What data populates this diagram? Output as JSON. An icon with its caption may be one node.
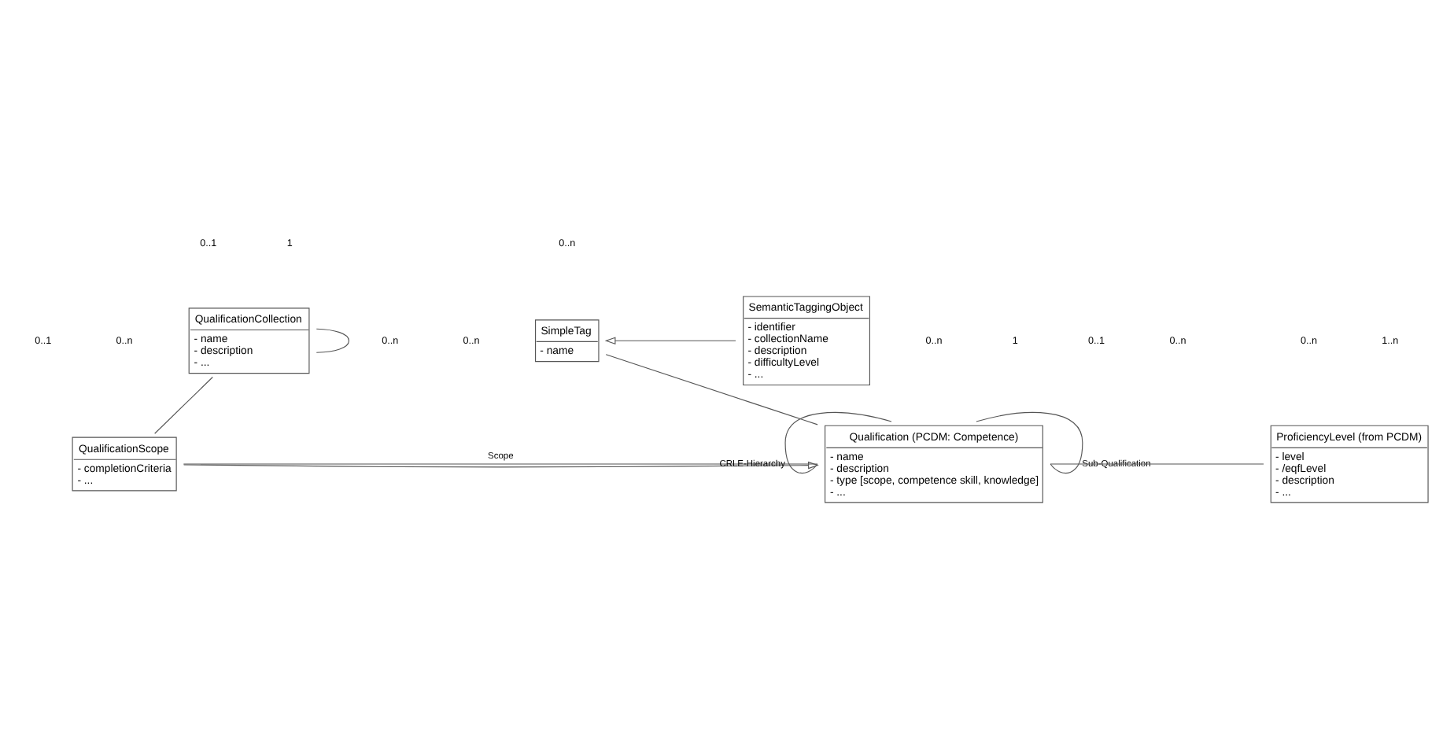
{
  "diagram": {
    "nodes": [
      {
        "text": [
          "QualificationCollection",
          "- name",
          "- description",
          "- ..."
        ]
      },
      {
        "text": [
          "SimpleTag",
          "- name"
        ]
      },
      {
        "text": [
          "SemanticTaggingObject",
          "- identifier",
          "- collectionName",
          "- description",
          "- difficultyLevel",
          "- ..."
        ]
      },
      {
        "text": [
          "QualificationScope",
          "- completionCriteria",
          "- ..."
        ]
      },
      {
        "text": [
          "Qualification (PCDM: Competence)",
          "- name",
          "- description",
          "- type [scope, competence skill, knowledge]",
          "- ..."
        ]
      },
      {
        "text": [
          "ProficiencyLevel (from PCDM)",
          "- level",
          "- /eqfLevel",
          "- description",
          "- ..."
        ]
      }
    ],
    "edges": [
      {
        "from": 0,
        "to": 0,
        "arrow": "none"
      },
      {
        "from": 0,
        "to": 3,
        "arrow": "none"
      },
      {
        "from": 1,
        "to": 4,
        "arrow": "none"
      },
      {
        "from": 2,
        "to": 1,
        "arrow": "to"
      },
      {
        "from": 4,
        "to": 4,
        "arrow": "none",
        "label": "CRLE-Hierarchy"
      },
      {
        "from": 4,
        "to": 4,
        "arrow": "none",
        "label": "Sub-Qualification"
      },
      {
        "from": 3,
        "to": 4,
        "arrow": "none",
        "label": "Scope"
      },
      {
        "from": 3,
        "to": 4,
        "arrow": "to"
      },
      {
        "from": 4,
        "to": 5,
        "arrow": "none"
      }
    ],
    "labels": [
      "0..1",
      "0..n",
      "1",
      "0..n",
      "1",
      "0..1",
      "0..n",
      "0..n",
      "0..n",
      "0..1",
      "0..n",
      "0..n",
      "1..n"
    ]
  }
}
